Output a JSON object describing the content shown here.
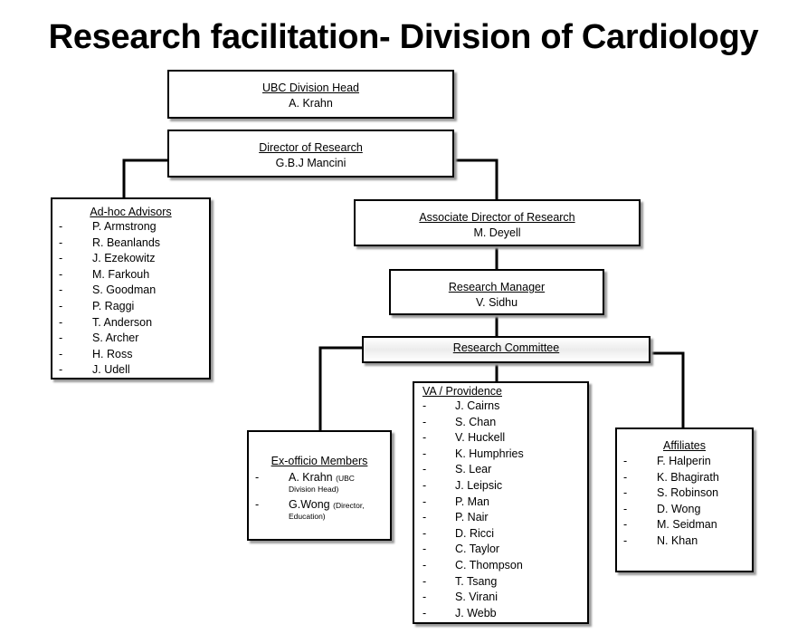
{
  "title": "Research facilitation- Division of Cardiology",
  "division_head": {
    "heading": "UBC Division Head",
    "name": "A. Krahn"
  },
  "director": {
    "heading": "Director of Research",
    "name": "G.B.J Mancini"
  },
  "associate_director": {
    "heading": "Associate Director of Research",
    "name": "M. Deyell"
  },
  "manager": {
    "heading": "Research Manager",
    "name": "V. Sidhu"
  },
  "committee": {
    "heading": "Research Committee"
  },
  "advisors": {
    "heading": "Ad-hoc Advisors",
    "dash": "-",
    "members": [
      "P. Armstrong",
      "R. Beanlands",
      "J. Ezekowitz",
      "M. Farkouh",
      "S. Goodman",
      "P. Raggi",
      "T. Anderson",
      "S. Archer",
      "H. Ross",
      "J. Udell"
    ]
  },
  "ex_officio": {
    "heading": "Ex-officio Members",
    "dash": "-",
    "members": [
      {
        "name": "A. Krahn",
        "note_1": "(UBC",
        "note_2": "Division Head)"
      },
      {
        "name": "G.Wong",
        "note_1": "(Director,",
        "note_2": "Education)"
      }
    ]
  },
  "va_providence": {
    "heading": "VA / Providence",
    "dash": "-",
    "members": [
      "J. Cairns",
      "S. Chan",
      "V. Huckell",
      "K. Humphries",
      "S. Lear",
      "J. Leipsic",
      "P. Man",
      "P. Nair",
      "D. Ricci",
      "C. Taylor",
      "C. Thompson",
      "T. Tsang",
      "S. Virani",
      "J. Webb"
    ]
  },
  "affiliates": {
    "heading": "Affiliates",
    "dash": "-",
    "members": [
      "F. Halperin",
      "K. Bhagirath",
      "S. Robinson",
      "D. Wong",
      "M. Seidman",
      "N. Khan"
    ]
  }
}
